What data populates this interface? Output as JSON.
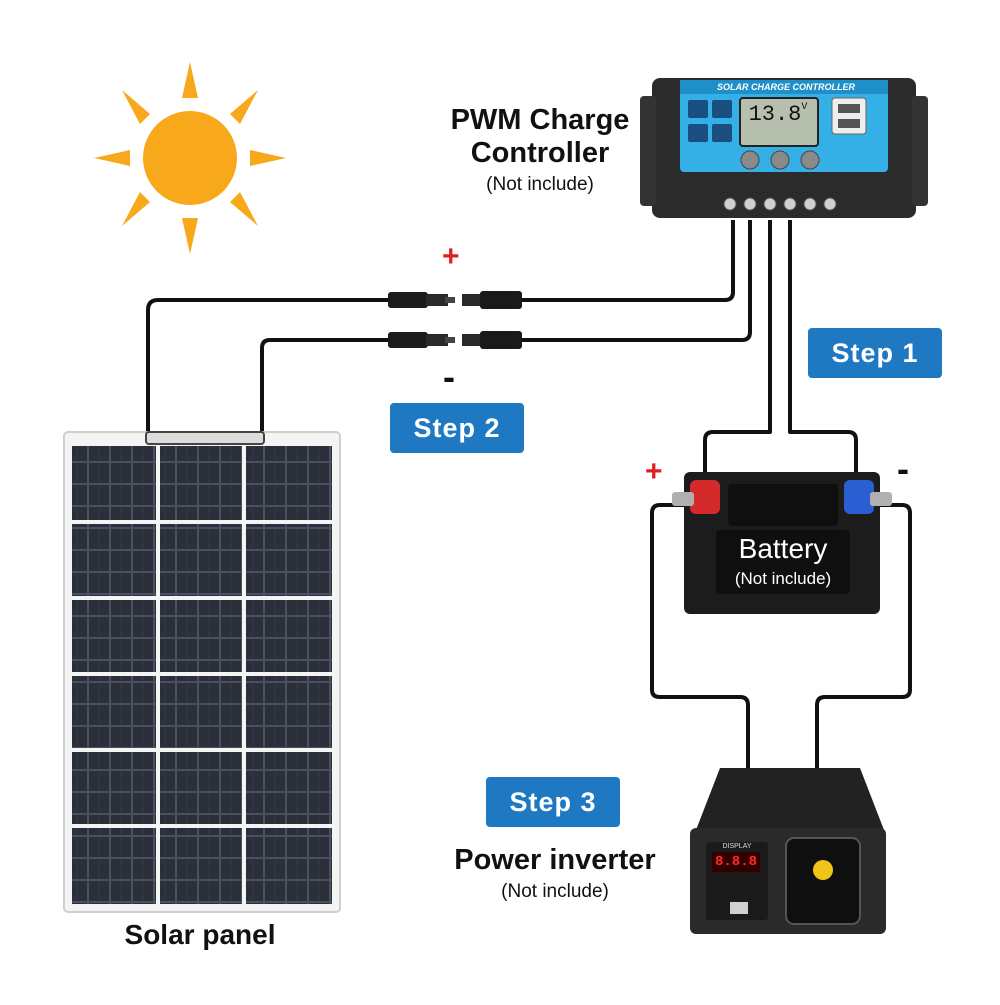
{
  "controller": {
    "title_line1": "PWM Charge",
    "title_line2": "Controller",
    "note": "(Not include)",
    "panel_header": "SOLAR CHARGE CONTROLLER",
    "display_value": "13.8",
    "display_unit": "V"
  },
  "solar_panel": {
    "label": "Solar panel"
  },
  "battery": {
    "label": "Battery",
    "note": "(Not include)"
  },
  "inverter": {
    "label": "Power inverter",
    "note": "(Not include)",
    "display_header": "DISPLAY",
    "display_value": "8.8.8"
  },
  "steps": {
    "step1": "Step 1",
    "step2": "Step 2",
    "step3": "Step 3"
  },
  "polarity": {
    "plus": "+",
    "minus": "-"
  },
  "colors": {
    "wire": "#111111",
    "step_bg": "#1e78c2",
    "plus_sign": "#e02020",
    "minus_sign": "#111111",
    "sun": "#f7a81b",
    "battery_positive": "#d42a2a",
    "battery_negative": "#2a5fd4"
  }
}
